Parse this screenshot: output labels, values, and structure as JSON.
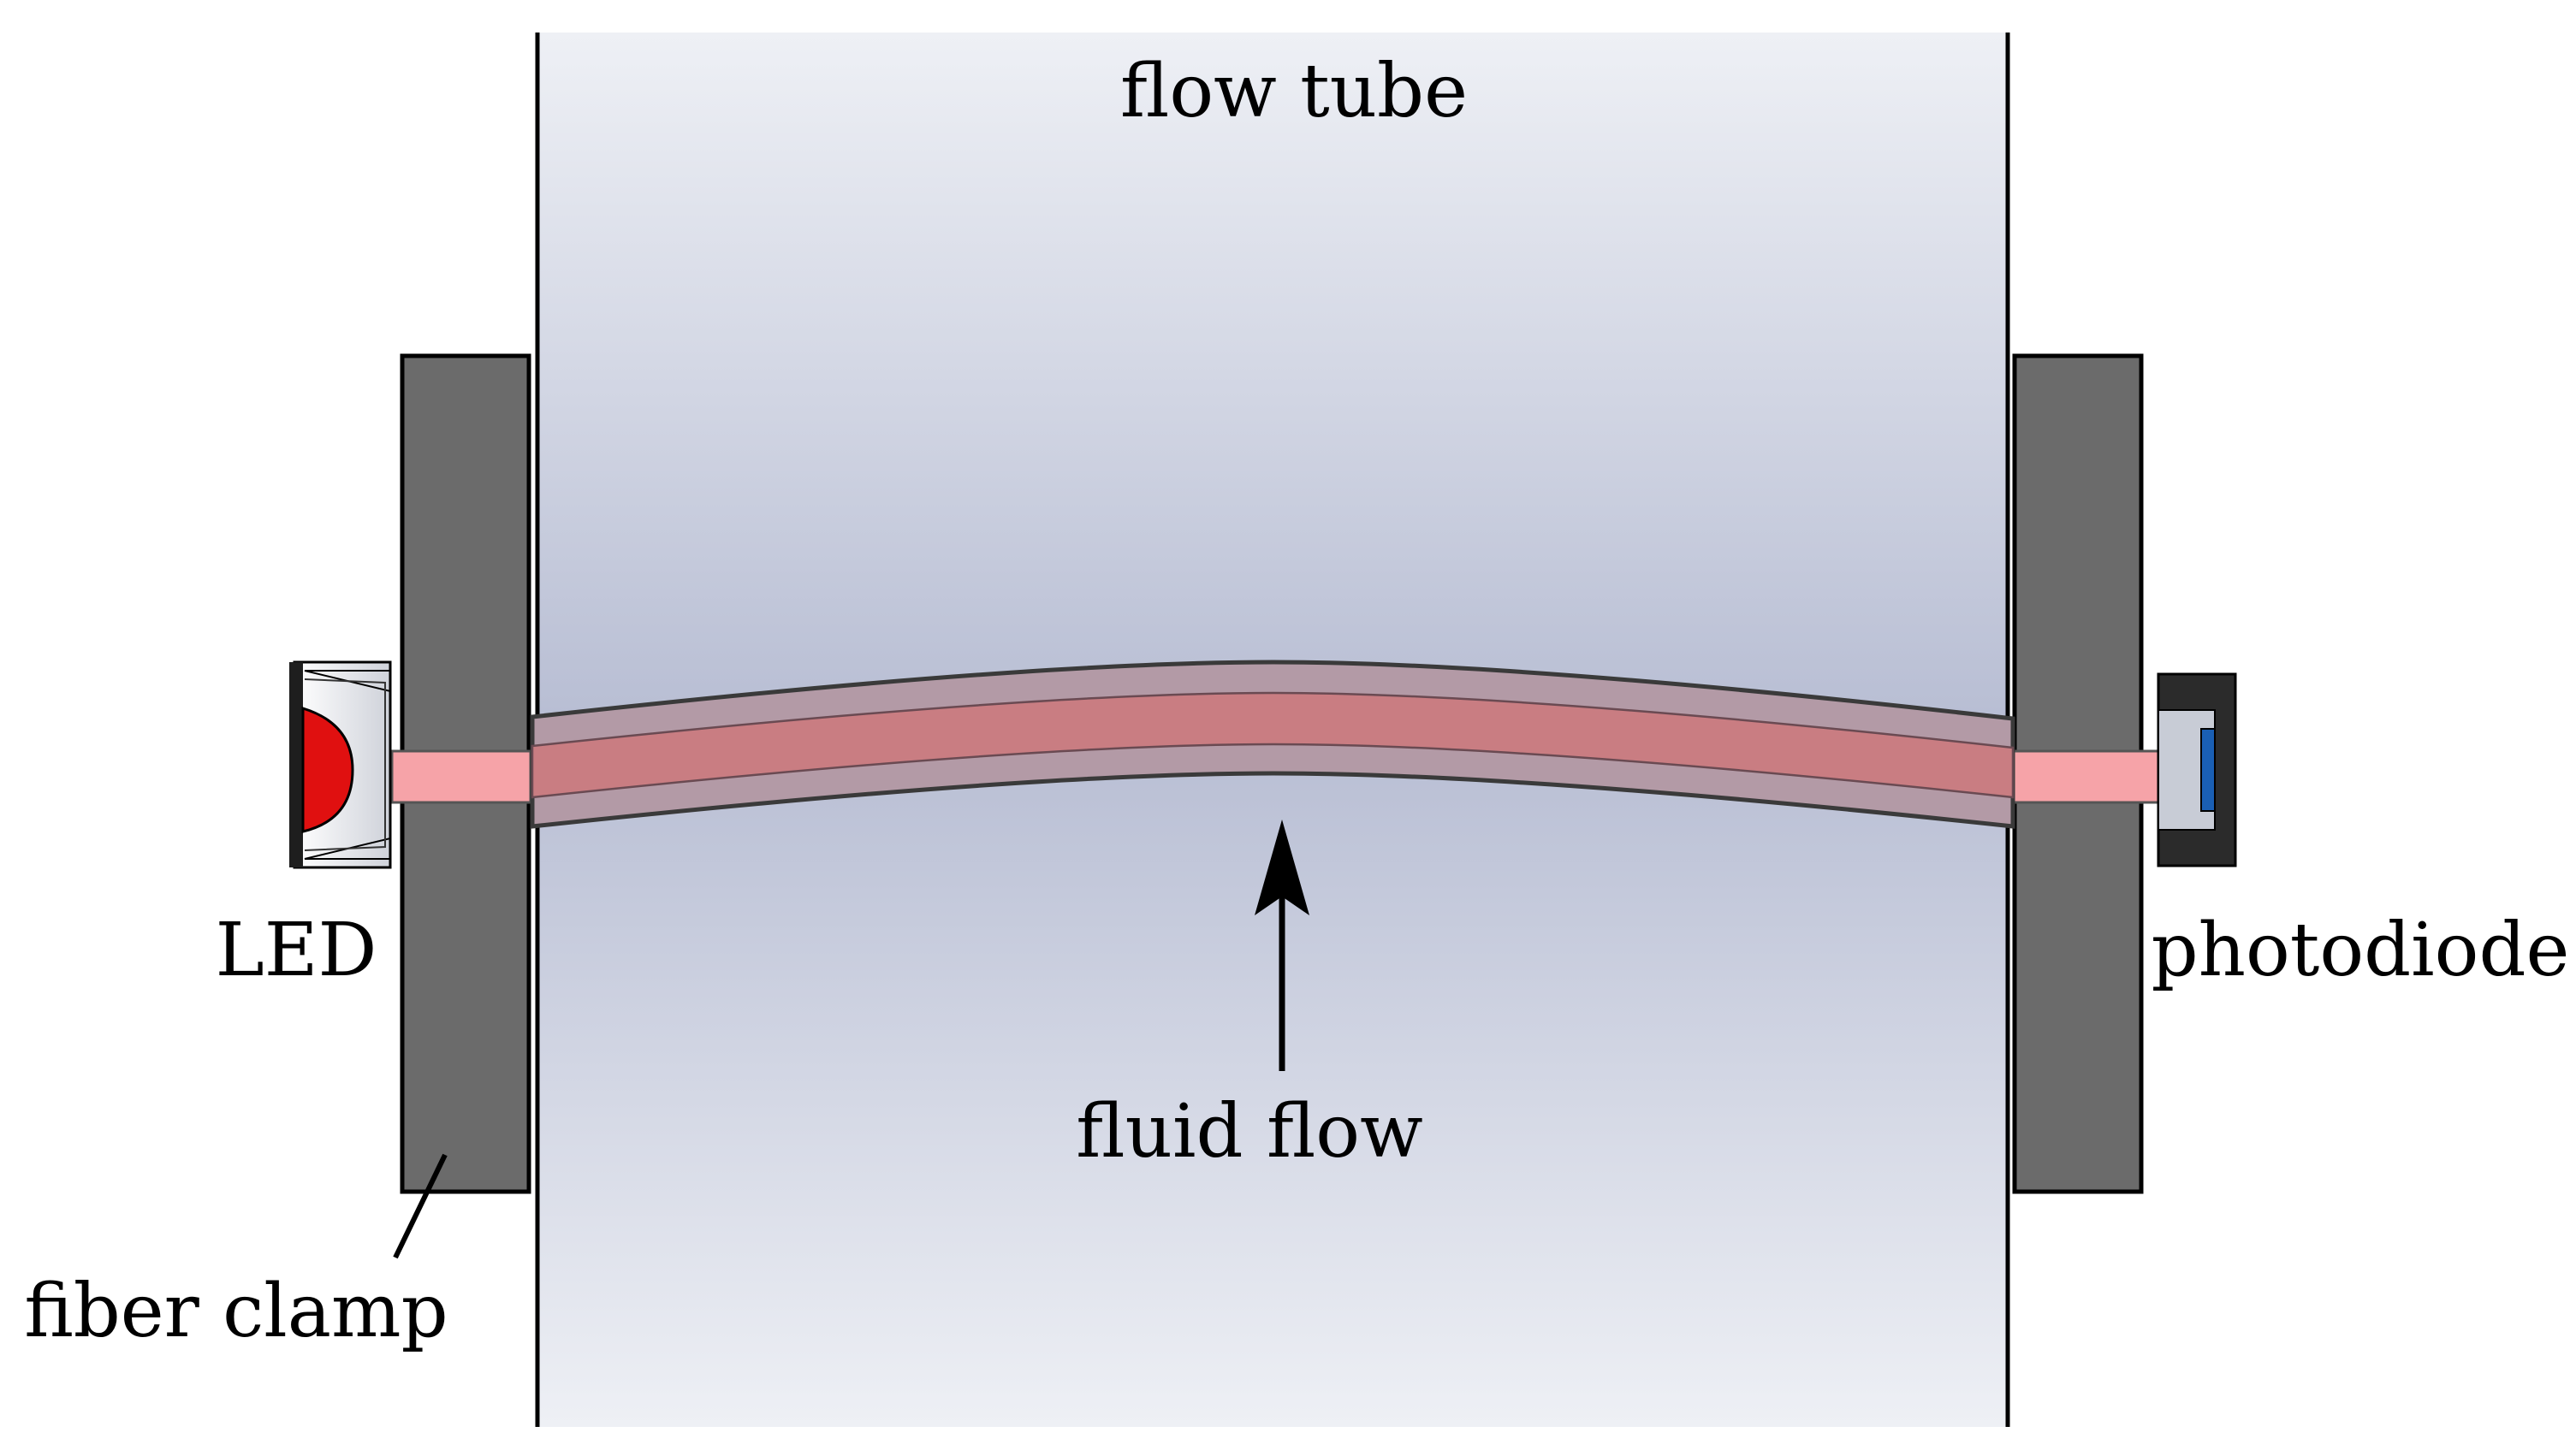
{
  "labels": {
    "flow_tube": "flow tube",
    "led": "LED",
    "photodiode": "photodiode",
    "fluid_flow": "fluid flow",
    "fiber_clamp": "fiber clamp"
  },
  "colors": {
    "tube_edge": "#eef0f5",
    "tube_mid": "#b7bdd3",
    "clamp": "#6b6b6b",
    "fiber_core": "#c97d82",
    "fiber_cladding": "#b39aa6",
    "fiber_end": "#f6a3a8",
    "led_dome": "#e01010",
    "photodiode_body": "#2b2b2b",
    "photodiode_window": "#1a5fb4"
  }
}
